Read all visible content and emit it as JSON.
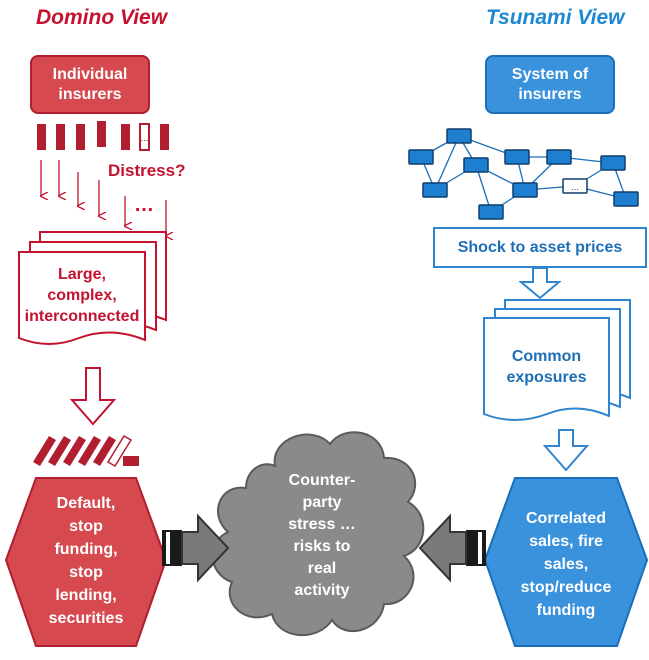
{
  "domino": {
    "title": "Domino View",
    "box_lines": [
      "Individual",
      "insurers"
    ],
    "distress": "Distress?",
    "ellipsis": "…",
    "doc_lines": [
      "Large,",
      "complex,",
      "interconnected"
    ],
    "hex_lines": [
      "Default,",
      "stop",
      "funding,",
      "stop",
      "lending,",
      "securities"
    ]
  },
  "tsunami": {
    "title": "Tsunami View",
    "box_lines": [
      "System of",
      "insurers"
    ],
    "shock": "Shock to asset prices",
    "doc_lines": [
      "Common",
      "exposures"
    ],
    "hex_lines": [
      "Correlated",
      "sales, fire",
      "sales,",
      "stop/reduce",
      "funding"
    ]
  },
  "center": {
    "cloud_lines": [
      "Counter-",
      "party",
      "stress …",
      "risks to",
      "real",
      "activity"
    ]
  },
  "colors": {
    "red": "#c4122f",
    "red_fill": "#d64a4f",
    "blue": "#1e88d2",
    "blue_fill": "#3a92dd",
    "cloud": "#8a8a8a",
    "arrow_gray": "#7a7a7a"
  }
}
